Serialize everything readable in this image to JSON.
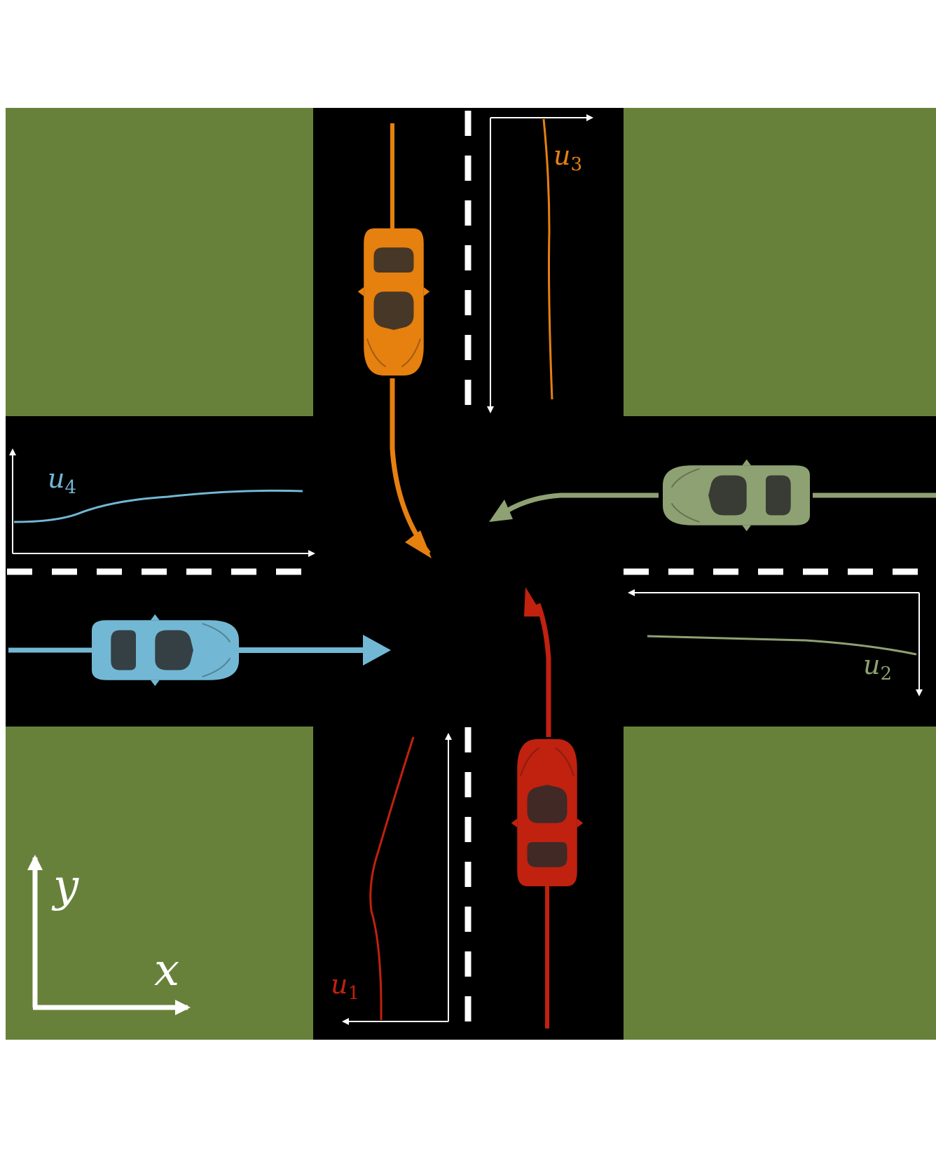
{
  "colors": {
    "grass": "#67813a",
    "road": "#000000",
    "lane_marking": "#ffffff",
    "agent_1": "#c1210f",
    "agent_2": "#8ea172",
    "agent_3": "#e6800f",
    "agent_4": "#72b8d4"
  },
  "agents": [
    {
      "id": "1",
      "label_base": "u",
      "label_sub": "1",
      "color_name": "red",
      "heading": "north"
    },
    {
      "id": "2",
      "label_base": "u",
      "label_sub": "2",
      "color_name": "sage-green",
      "heading": "west"
    },
    {
      "id": "3",
      "label_base": "u",
      "label_sub": "3",
      "color_name": "orange",
      "heading": "south-then-east"
    },
    {
      "id": "4",
      "label_base": "u",
      "label_sub": "4",
      "color_name": "light-blue",
      "heading": "east"
    }
  ],
  "axes": {
    "x_label": "x",
    "y_label": "y"
  }
}
